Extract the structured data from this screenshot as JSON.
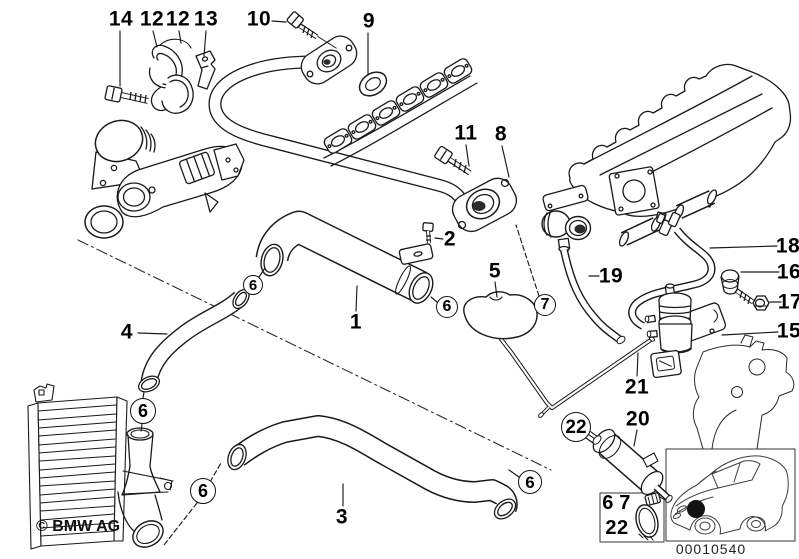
{
  "diagram": {
    "colors": {
      "line": "#1a1a1a",
      "background": "#ffffff",
      "marker_dot": "#111111"
    },
    "footer": {
      "copyright": "© BMW AG",
      "diagram_number": "00010540"
    }
  },
  "labels": {
    "n14": {
      "text": "14"
    },
    "n12a": {
      "text": "12"
    },
    "n12b": {
      "text": "12"
    },
    "n13": {
      "text": "13"
    },
    "n10": {
      "text": "10"
    },
    "n9": {
      "text": "9"
    },
    "n11": {
      "text": "11"
    },
    "n8": {
      "text": "8"
    },
    "n2": {
      "text": "2"
    },
    "n1": {
      "text": "1"
    },
    "n4": {
      "text": "4"
    },
    "n5": {
      "text": "5"
    },
    "n19": {
      "text": "19"
    },
    "n18": {
      "text": "18"
    },
    "n16": {
      "text": "16"
    },
    "n17": {
      "text": "17"
    },
    "n15": {
      "text": "15"
    },
    "n21": {
      "text": "21"
    },
    "n20": {
      "text": "20"
    },
    "n3": {
      "text": "3"
    }
  },
  "circled_labels": {
    "c6a": {
      "text": "6"
    },
    "c6b": {
      "text": "6"
    },
    "c7": {
      "text": "7"
    },
    "c6c": {
      "text": "6"
    },
    "c6d": {
      "text": "6"
    },
    "c6e": {
      "text": "6"
    },
    "c22": {
      "text": "22"
    }
  },
  "inset_box": {
    "label_6": "6",
    "label_7": "7",
    "label_22": "22"
  }
}
